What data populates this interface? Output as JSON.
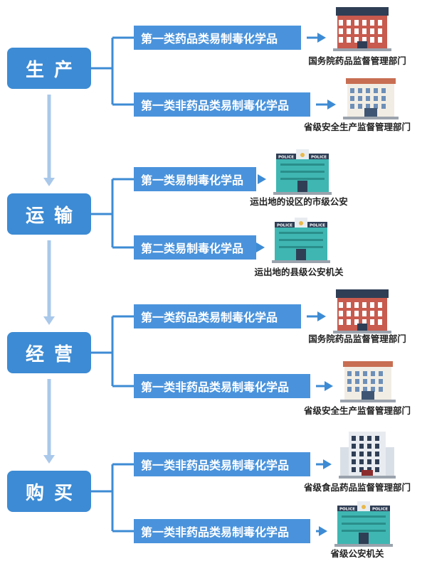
{
  "stages": [
    {
      "label": "生产",
      "branches": [
        {
          "category": "第一类药品类易制毒化学品",
          "dept": "国务院药品监督管理部门",
          "icon": "brick-building-icon"
        },
        {
          "category": "第一类非药品类易制毒化学品",
          "dept": "省级安全生产监督管理部门",
          "icon": "office-building-icon"
        }
      ]
    },
    {
      "label": "运输",
      "branches": [
        {
          "category": "第一类易制毒化学品",
          "dept": "运出地的设区的市级公安",
          "icon": "police-station-icon"
        },
        {
          "category": "第二类易制毒化学品",
          "dept": "运出地的县级公安机关",
          "icon": "police-station-icon"
        }
      ]
    },
    {
      "label": "经营",
      "branches": [
        {
          "category": "第一类药品类易制毒化学品",
          "dept": "国务院药品监督管理部门",
          "icon": "brick-building-icon"
        },
        {
          "category": "第一类非药品类易制毒化学品",
          "dept": "省级安全生产监督管理部门",
          "icon": "office-building-icon"
        }
      ]
    },
    {
      "label": "购买",
      "branches": [
        {
          "category": "第一类非药品类易制毒化学品",
          "dept": "省级食品药品监督管理部门",
          "icon": "tower-building-icon"
        },
        {
          "category": "第一类非药品类易制毒化学品",
          "dept": "省级公安机关",
          "icon": "police-station-icon"
        }
      ]
    }
  ],
  "colors": {
    "stage": "#3d8bd4",
    "category": "#4a93dc",
    "connector": "#3d8bd4",
    "down_arrow": "#a9c8ea"
  },
  "building_signs": {
    "police": "POLICE"
  }
}
